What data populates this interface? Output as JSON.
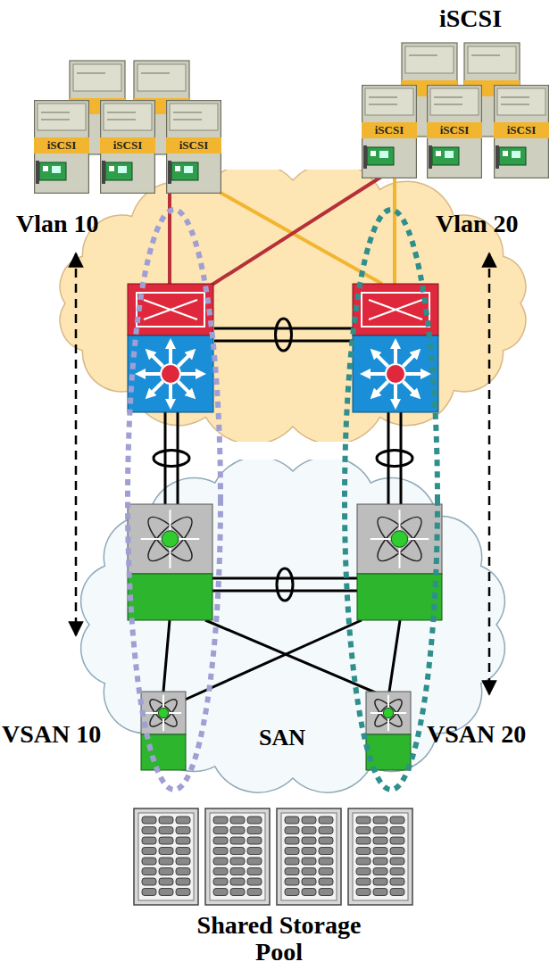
{
  "diagram": {
    "nodes": [
      {
        "text": [
          "iSCSI"
        ]
      },
      {
        "text": [
          "iSCSI"
        ]
      },
      {
        "text": [
          "iSCSI"
        ]
      },
      {
        "text": [
          "iSCSI"
        ]
      },
      {
        "text": [
          "iSCSI"
        ]
      },
      {
        "text": [
          "iSCSI"
        ]
      },
      {
        "text": [
          "Vlan 10",
          "Vlan 20"
        ]
      },
      {
        "text": [
          "VSAN 10",
          "SAN",
          "VSAN 20"
        ]
      },
      {
        "text": [
          "Shared Storage Pool"
        ]
      }
    ],
    "labels": [
      "iSCSI"
    ]
  }
}
